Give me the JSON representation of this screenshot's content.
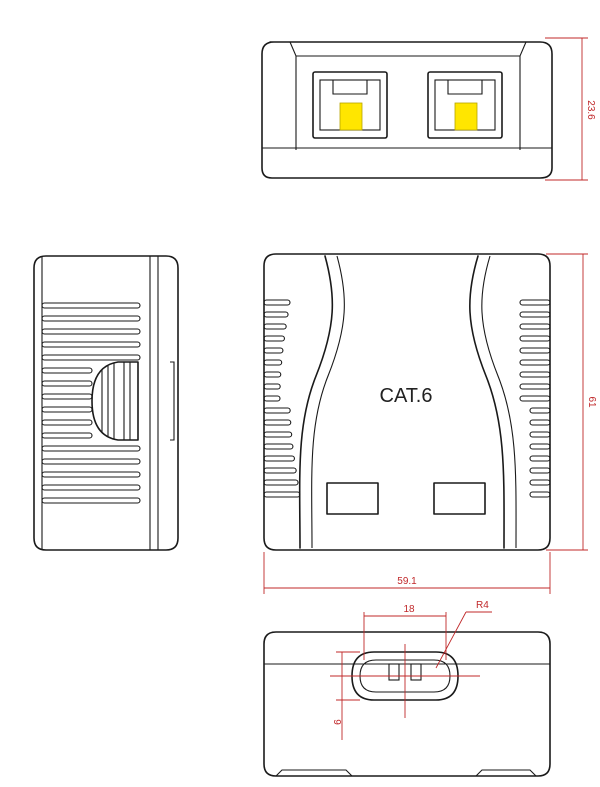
{
  "body_label": "CAT.6",
  "dimensions": {
    "height_top_view": "23.6",
    "height_front": "61",
    "width": "59.1",
    "slot_width": "18",
    "slot_radius": "R4",
    "slot_height": "9"
  },
  "colors": {
    "outline": "#1a1a1a",
    "dimension": "#c0282a",
    "contact": "#ffe600"
  }
}
